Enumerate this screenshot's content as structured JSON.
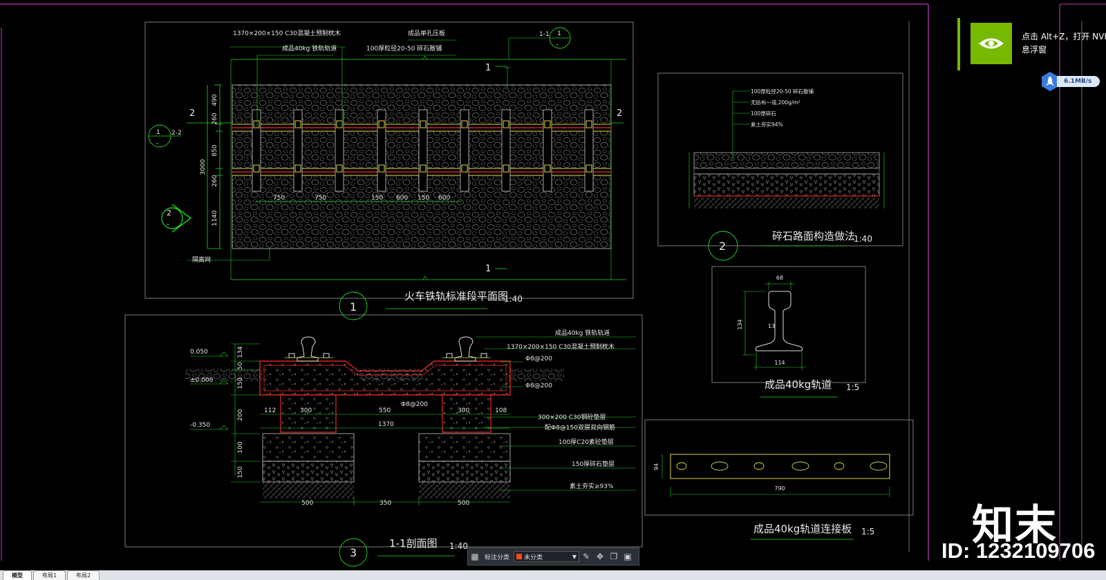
{
  "plan": {
    "label_sleeper": "1370×200×150 C30混凝土预制枕木",
    "label_rail": "成品40kg 铁轨轨道",
    "label_plate": "成品单孔压板",
    "label_gravel": "100厚粒径20-50 碎石散铺",
    "section_1_1": "1-1",
    "section_2_2": "2-2",
    "cut_num_1": "1",
    "cut_num_2": "2",
    "dim_490": "490",
    "dim_260a": "260",
    "dim_850": "850",
    "dim_260b": "260",
    "dim_1140": "1140",
    "dim_3000": "3000",
    "dim_750a": "750",
    "dim_750b": "750",
    "dim_150a": "150",
    "dim_600a": "600",
    "dim_150b": "150",
    "dim_600b": "600",
    "label_fence": "隔离网",
    "title": "火车铁轨标准段平面图",
    "scale": "1:40",
    "num": "1"
  },
  "gravel": {
    "layer1": "100厚粒径20-50 碎石散铺",
    "layer2": "无纺布一道,200g/m²",
    "layer3": "100厚碎石",
    "layer4": "素土夯实94%",
    "title": "碎石路面构造做法",
    "scale": "1:40",
    "num": "2"
  },
  "rail": {
    "dim_top": "68",
    "dim_h": "134",
    "dim_web": "13",
    "dim_base": "114",
    "title": "成品40kg轨道",
    "scale": "1:5"
  },
  "plate": {
    "dim_h": "94",
    "dim_w": "790",
    "title": "成品40kg轨道连接板",
    "scale": "1:5"
  },
  "section": {
    "elev_top": "0.050",
    "elev_zero": "±0.000",
    "elev_bot": "-0.350",
    "v134": "134",
    "v50": "50",
    "v150a": "150",
    "v200": "200",
    "v100": "100",
    "v150b": "150",
    "d112": "112",
    "d300a": "300",
    "d550": "550",
    "d300b": "300",
    "d108": "108",
    "d1370": "1370",
    "d500a": "500",
    "d350": "350",
    "d500b": "500",
    "rebar1": "Φ8@200",
    "rebar2": "Φ8@200",
    "rebar3": "Φ8@200",
    "n_rail": "成品40kg 铁轨轨道",
    "n_sleeper": "1370×200×150 C30混凝土预制枕木",
    "n_pad1": "300×200 C30钢砼垫层",
    "n_pad2": "配Φ8@150双层双向钢筋",
    "n_c20": "100厚C20素砼垫层",
    "n_gravel": "150厚碎石垫层",
    "n_soil": "素土夯实≥93%",
    "title": "1-1剖面图",
    "scale": "1:40",
    "num": "3"
  },
  "overlay": {
    "nvidia_line1": "点击 Alt+Z，打开 NVID",
    "nvidia_line2": "息浮窗",
    "speed": "6.1MB/s",
    "brand": "知末",
    "id": "ID: 1232109706"
  },
  "toolbar": {
    "label": "标注分类",
    "select_value": "未分类"
  },
  "tabs": [
    "模型",
    "布局1",
    "布局2"
  ],
  "colors": {
    "line_green": "#22dd22",
    "rail_red": "#ff2a2a",
    "rail_yellow": "#dddd44",
    "frame_magenta": "#c03cc0",
    "frame_white": "#9a9a9a"
  }
}
